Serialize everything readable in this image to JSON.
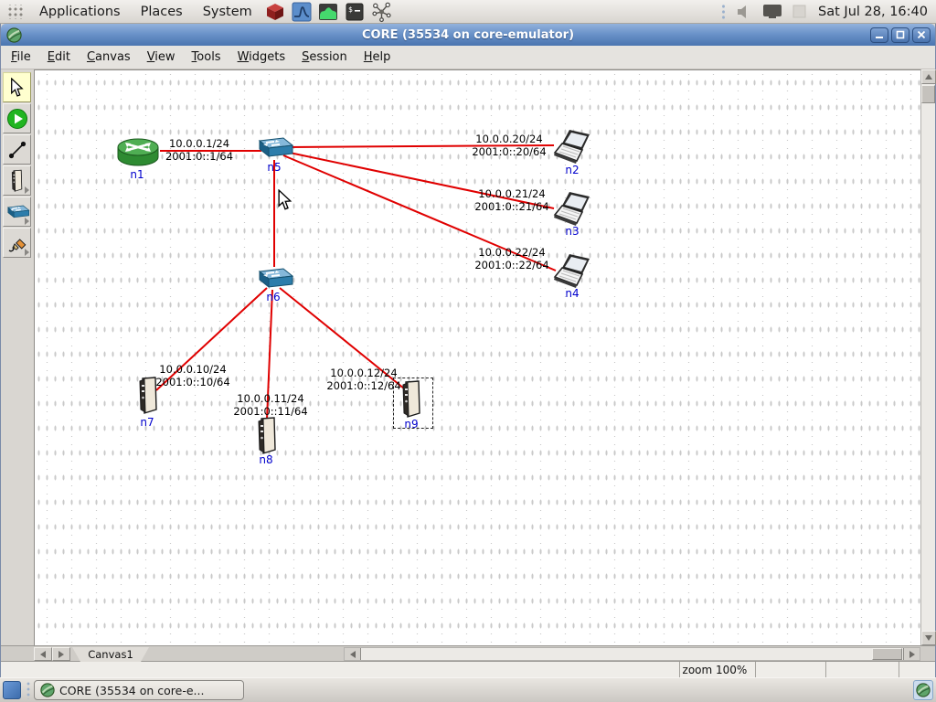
{
  "top_panel": {
    "menus": {
      "applications": "Applications",
      "places": "Places",
      "system": "System"
    },
    "launchers": [
      "package-cube-icon",
      "signal-wave-icon",
      "system-monitor-icon",
      "terminal-icon",
      "network-molecule-icon"
    ],
    "clock": "Sat Jul 28, 16:40"
  },
  "titlebar": {
    "title": "CORE (35534 on core-emulator)"
  },
  "menubar": {
    "file": "File",
    "edit": "Edit",
    "canvas": "Canvas",
    "view": "View",
    "tools": "Tools",
    "widgets": "Widgets",
    "session": "Session",
    "help": "Help"
  },
  "toolbar": {
    "tools": [
      "select-tool",
      "start-session-tool",
      "link-tool",
      "host-node-tool",
      "switch-node-tool",
      "marker-annotation-tool"
    ],
    "selected_tool": "select-tool"
  },
  "canvas": {
    "tab_label": "Canvas1",
    "nodes": {
      "n1": {
        "label": "n1",
        "type": "router"
      },
      "n2": {
        "label": "n2",
        "type": "laptop"
      },
      "n3": {
        "label": "n3",
        "type": "laptop"
      },
      "n4": {
        "label": "n4",
        "type": "laptop"
      },
      "n5": {
        "label": "n5",
        "type": "switch"
      },
      "n6": {
        "label": "n6",
        "type": "switch"
      },
      "n7": {
        "label": "n7",
        "type": "host"
      },
      "n8": {
        "label": "n8",
        "type": "host"
      },
      "n9": {
        "label": "n9",
        "type": "host",
        "selected": true
      }
    },
    "links": {
      "n1_n5": {
        "ip4": "10.0.0.1/24",
        "ip6": "2001:0::1/64"
      },
      "n5_n2": {
        "ip4": "10.0.0.20/24",
        "ip6": "2001:0::20/64"
      },
      "n5_n3": {
        "ip4": "10.0.0.21/24",
        "ip6": "2001:0::21/64"
      },
      "n5_n4": {
        "ip4": "10.0.0.22/24",
        "ip6": "2001:0::22/64"
      },
      "n6_n7": {
        "ip4": "10.0.0.10/24",
        "ip6": "2001:0::10/64"
      },
      "n6_n8": {
        "ip4": "10.0.0.11/24",
        "ip6": "2001:0::11/64"
      },
      "n6_n9": {
        "ip4": "10.0.0.12/24",
        "ip6": "2001:0::12/64"
      }
    },
    "link_color": "#e00000",
    "node_label_color": "#0000cd"
  },
  "statusbar": {
    "zoom": "zoom 100%"
  },
  "taskbar": {
    "core_task": "CORE (35534 on core-e..."
  }
}
